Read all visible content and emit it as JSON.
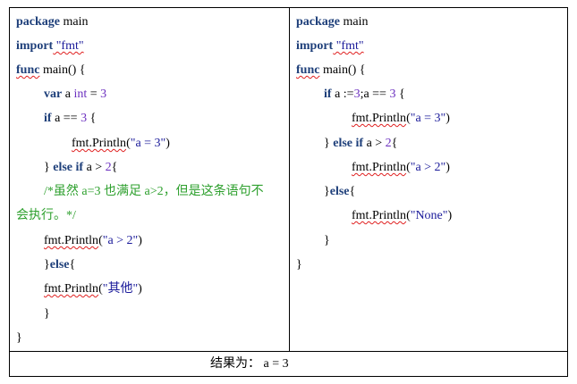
{
  "left": {
    "l1_kw": "package",
    "l1_rest": " main",
    "l2_kw": "import",
    "l2_str": " \"fmt\"",
    "l3_kw": "func",
    "l3_rest": " main() {",
    "l4_kw": "var",
    "l4_a": " a ",
    "l4_type": "int",
    "l4_eq": " = ",
    "l4_num": "3",
    "l5_kw": "if",
    "l5_rest": " a == ",
    "l5_num": "3",
    "l5_end": " {",
    "l6_fn": "fmt.Println",
    "l6_open": "(",
    "l6_str": "\"a = 3\"",
    "l6_close": ")",
    "l7_close": "} ",
    "l7_kw": "else if",
    "l7_rest": " a > ",
    "l7_num": "2",
    "l7_end": "{",
    "l8_comment": "/*虽然 a=3 也满足 a>2，但是这条语句不",
    "l9_comment": "会执行。*/",
    "l10_fn": "fmt.Println",
    "l10_open": "(",
    "l10_str": "\"a > 2\"",
    "l10_close": ")",
    "l11_close": "}",
    "l11_kw": "else",
    "l11_end": "{",
    "l12_fn": "fmt.Println",
    "l12_open": "(",
    "l12_str": "\"其他\"",
    "l12_close": ")",
    "l13": "}",
    "l14": "}"
  },
  "right": {
    "l1_kw": "package",
    "l1_rest": " main",
    "l2_kw": "import",
    "l2_str": " \"fmt\"",
    "l3_kw": "func",
    "l3_rest": " main() {",
    "l4_kw": "if",
    "l4_rest": " a :=",
    "l4_num1": "3",
    "l4_mid": ";a == ",
    "l4_num2": "3",
    "l4_end": " {",
    "l5_fn": "fmt.Println",
    "l5_open": "(",
    "l5_str": "\"a = 3\"",
    "l5_close": ")",
    "l6_close": "} ",
    "l6_kw": "else if",
    "l6_rest": " a > ",
    "l6_num": "2",
    "l6_end": "{",
    "l7_fn": "fmt.Println",
    "l7_open": "(",
    "l7_str": "\"a > 2\"",
    "l7_close": ")",
    "l8_close": "}",
    "l8_kw": "else",
    "l8_end": "{",
    "l9_fn": "fmt.Println",
    "l9_open": "(",
    "l9_str": "\"None\"",
    "l9_close": ")",
    "l10": "}",
    "l11": "}"
  },
  "result": {
    "label": "结果为：",
    "value": " a = 3"
  }
}
